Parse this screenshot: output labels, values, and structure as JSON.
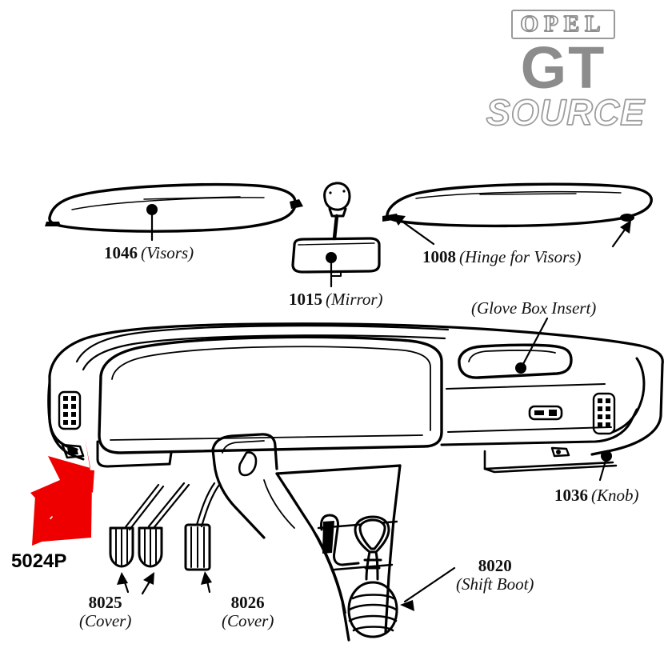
{
  "brand": {
    "opel": "OPEL",
    "gt": "GT",
    "source": "SOURCE",
    "opel_color": "#8e8e8e",
    "gt_color": "#8c8c8c",
    "source_color": "#9d9d9d"
  },
  "diagram": {
    "title": "Opel GT interior dashboard parts diagram",
    "line_color": "#000000",
    "highlight_arrow_color": "#ee0000",
    "highlight_label": "5024P",
    "callouts": [
      {
        "id": "1046",
        "number": "1046",
        "name": "(Visors)",
        "leader": "dot"
      },
      {
        "id": "1015",
        "number": "1015",
        "name": "(Mirror)",
        "leader": "dot"
      },
      {
        "id": "1008",
        "number": "1008",
        "name": "(Hinge  for Visors)",
        "leader": "double-arrow"
      },
      {
        "id": "glove",
        "number": "",
        "name": "(Glove Box Insert)",
        "leader": "dot"
      },
      {
        "id": "1036",
        "number": "1036",
        "name": "(Knob)",
        "leader": "dot"
      },
      {
        "id": "8020",
        "number": "8020",
        "name": "(Shift Boot)",
        "leader": "arrow"
      },
      {
        "id": "8025",
        "number": "8025",
        "name": "(Cover)",
        "leader": "double-arrow"
      },
      {
        "id": "8026",
        "number": "8026",
        "name": "(Cover)",
        "leader": "arrow"
      }
    ]
  }
}
